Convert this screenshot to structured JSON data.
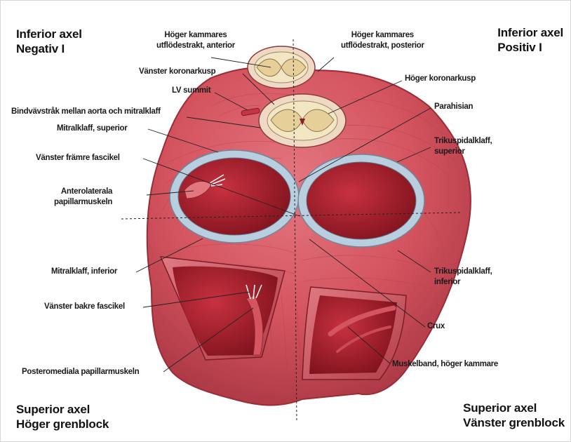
{
  "corners": {
    "top_left": [
      "Inferior axel",
      "Negativ I"
    ],
    "top_right": [
      "Inferior axel",
      "Positiv I"
    ],
    "bottom_left": [
      "Superior axel",
      "Höger grenblock"
    ],
    "bottom_right": [
      "Superior axel",
      "Vänster grenblock"
    ]
  },
  "labels": {
    "rvot_anterior": [
      "Höger kammares",
      "utflödestrakt, anterior"
    ],
    "rvot_posterior": [
      "Höger kammares",
      "utflödestrakt, posterior"
    ],
    "left_coronary_cusp": [
      "Vänster koronarkusp"
    ],
    "lv_summit": [
      "LV summit"
    ],
    "right_coronary_cusp": [
      "Höger koronarkusp"
    ],
    "aortomitral_continuity": [
      "Bindvävstråk mellan aorta och mitralklaff"
    ],
    "mitral_superior": [
      "Mitralklaff, superior"
    ],
    "parahisian": [
      "Parahisian"
    ],
    "left_anterior_fascicle": [
      "Vänster främre fascikel"
    ],
    "tricuspid_superior": [
      "Trikuspidalklaff,",
      "superior"
    ],
    "anterolateral_papillary": [
      "Anterolaterala",
      "papillarmuskeln"
    ],
    "mitral_inferior": [
      "Mitralklaff, inferior"
    ],
    "tricuspid_inferior": [
      "Trikuspidalklaff,",
      "inferior"
    ],
    "left_posterior_fascicle": [
      "Vänster bakre fascikel"
    ],
    "crux": [
      "Crux"
    ],
    "posteromedial_papillary": [
      "Posteromediala papillarmuskeln"
    ],
    "rv_moderator_band": [
      "Muskelband, höger kammare"
    ]
  },
  "colors": {
    "myocardium": "#d4545f",
    "myocardium_dark": "#a82e3a",
    "cavity": "#b31c2a",
    "annulus": "#b9cfe0",
    "valve_cusp": "#e8d6a6",
    "leader": "#222222"
  }
}
